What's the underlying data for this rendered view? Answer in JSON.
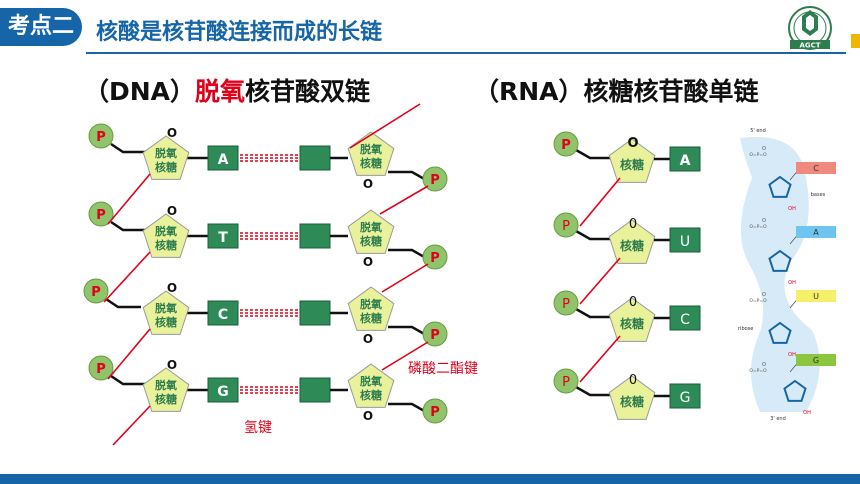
{
  "header": {
    "badge": "考点二",
    "title": "核酸是核苷酸连接而成的长链",
    "logo_text": "AGCT"
  },
  "dna": {
    "heading_prefix": "（DNA）",
    "heading_highlight": "脱氧",
    "heading_suffix": "核苷酸双链",
    "phosphate": "P",
    "sugar_line1": "脱氧",
    "sugar_line2": "核糖",
    "oxygen": "O",
    "left_bases": [
      "A",
      "T",
      "C",
      "G"
    ],
    "hydrogen_bond_label": "氢键",
    "phosphodiester_label": "磷酸二酯键"
  },
  "rna": {
    "heading": "（RNA）核糖核苷酸单链",
    "phosphate": "P",
    "sugar": "核糖",
    "oxygen_first": "O",
    "oxygen": "0",
    "bases": [
      "A",
      "U",
      "C",
      "G"
    ]
  },
  "structure": {
    "end_top": "5' end",
    "end_bottom": "3' end",
    "bases_label": "bases",
    "ribose_label": "ribose",
    "oh_label": "OH",
    "bases": [
      "C",
      "A",
      "U",
      "G"
    ],
    "base_colors": [
      "#f08a7e",
      "#6ec6f0",
      "#f5ef6a",
      "#8cc63f"
    ]
  },
  "colors": {
    "accent_blue": "#1565a8",
    "phosphate_fill": "#8fc46b",
    "sugar_fill": "#e9f29a",
    "base_fill": "#2e8b57",
    "bond_red": "#e0001a"
  }
}
